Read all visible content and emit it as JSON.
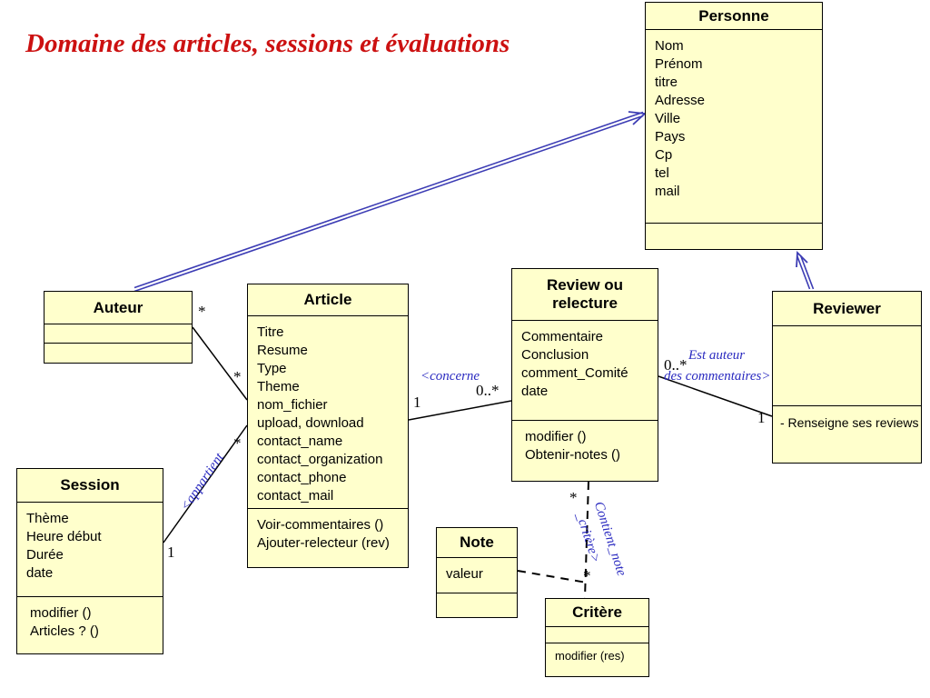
{
  "page": {
    "title": "Domaine des articles, sessions et évaluations"
  },
  "classes": {
    "personne": {
      "name": "Personne",
      "attributes": [
        "Nom",
        "Prénom",
        "titre",
        "Adresse",
        "Ville",
        "Pays",
        "Cp",
        "tel",
        "mail"
      ],
      "methods": []
    },
    "auteur": {
      "name": "Auteur",
      "attributes": [],
      "methods": []
    },
    "article": {
      "name": "Article",
      "attributes": [
        "Titre",
        "Resume",
        "Type",
        "Theme",
        "nom_fichier",
        "upload, download",
        "contact_name",
        "contact_organization",
        "contact_phone",
        "contact_mail"
      ],
      "methods": [
        "Voir-commentaires ()",
        "Ajouter-relecteur (rev)"
      ]
    },
    "review": {
      "name": "Review ou relecture",
      "attributes": [
        "Commentaire",
        "Conclusion",
        "comment_Comité",
        "date"
      ],
      "methods": [
        "modifier ()",
        "Obtenir-notes ()"
      ]
    },
    "reviewer": {
      "name": "Reviewer",
      "attributes": [],
      "methods": [
        "- Renseigne ses reviews"
      ]
    },
    "session": {
      "name": "Session",
      "attributes": [
        "Thème",
        "Heure début",
        "Durée",
        "date"
      ],
      "methods": [
        "modifier ()",
        "Articles ? ()"
      ]
    },
    "note": {
      "name": "Note",
      "attributes": [
        "valeur"
      ],
      "methods": []
    },
    "critere": {
      "name": "Critère",
      "attributes": [],
      "methods": [
        "modifier (res)"
      ]
    }
  },
  "association_labels": {
    "appartient": "<appartient",
    "concerne": "<concerne",
    "est_auteur_line1": "Est auteur",
    "est_auteur_line2": "des commentaires>",
    "contient_note_line1": "Contient_note",
    "contient_note_line2": "_critère>"
  },
  "multiplicities": {
    "auteur_end": "*",
    "article_end_auteur": "*",
    "article_end_session": "*",
    "session_end": "1",
    "article_end_review": "1",
    "review_end_article": "0..*",
    "review_end_reviewer": "0..*",
    "reviewer_end": "1",
    "review_end_critere": "*",
    "critere_end": "*"
  },
  "colors": {
    "class_fill": "#ffffcc",
    "title_red": "#cc1111",
    "association_blue": "#2a2ac0",
    "inheritance_blue": "#3c3cb4"
  }
}
